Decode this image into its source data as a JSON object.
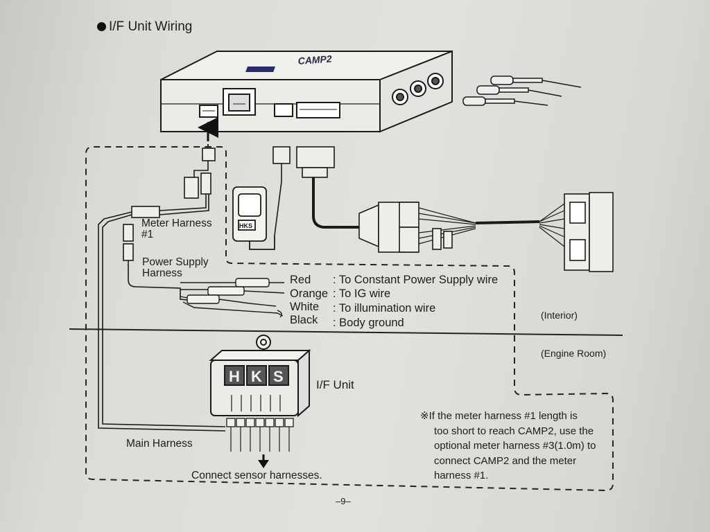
{
  "title": "I/F Unit Wiring",
  "device_logo": "CAMP2",
  "labels": {
    "meter_harness": [
      "Meter Harness",
      "#1"
    ],
    "power_supply_harness": [
      "Power Supply",
      "Harness"
    ],
    "main_harness": "Main Harness",
    "if_unit": "I/F Unit",
    "connect_sensors": "Connect sensor harnesses.",
    "interior": "(Interior)",
    "engine_room": "(Engine Room)",
    "if_unit_logo": "HKS",
    "switch_logo": "HKS"
  },
  "wires": [
    {
      "color": "Red",
      "destination": ": To Constant Power Supply wire"
    },
    {
      "color": "Orange",
      "destination": ": To IG wire"
    },
    {
      "color": "White",
      "destination": ": To illumination wire"
    },
    {
      "color": "Black",
      "destination": ": Body ground"
    }
  ],
  "note": {
    "symbol": "※",
    "lines": [
      "If the meter harness #1 length is",
      "too short to reach CAMP2, use the",
      "optional meter harness #3(1.0m) to",
      "connect CAMP2 and the meter",
      "harness #1."
    ]
  },
  "page_number": "–9–"
}
